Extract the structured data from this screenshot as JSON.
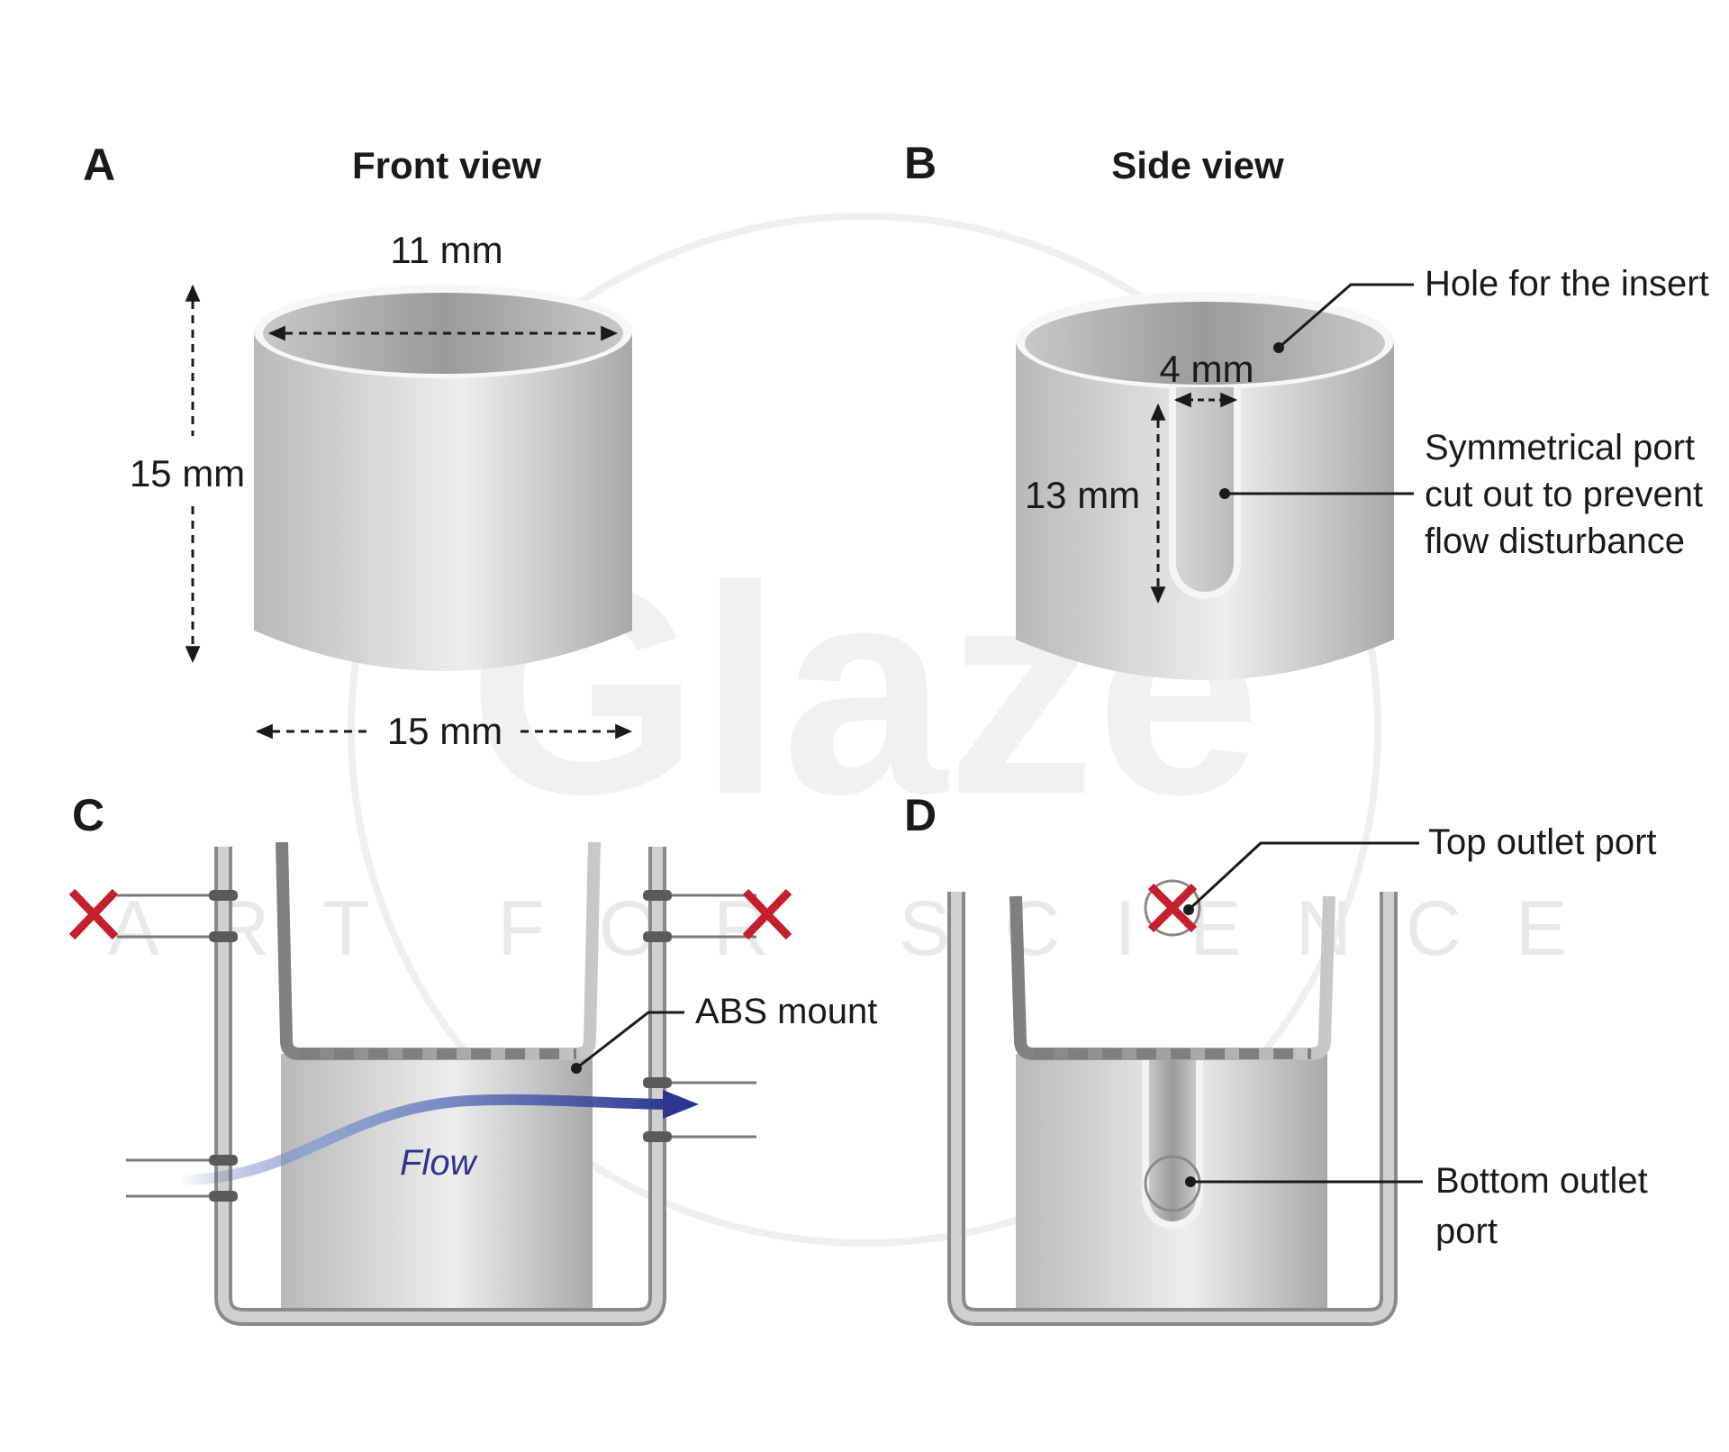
{
  "panels": {
    "A": {
      "letter": "A",
      "title": "Front view"
    },
    "B": {
      "letter": "B",
      "title": "Side view"
    },
    "C": {
      "letter": "C"
    },
    "D": {
      "letter": "D"
    }
  },
  "front_view": {
    "diameter_label": "11 mm",
    "height_label": "15 mm",
    "width_label": "15 mm"
  },
  "side_view": {
    "slot_width_label": "4 mm",
    "slot_height_label": "13 mm",
    "hole_callout": "Hole for the insert",
    "port_callout_lines": [
      "Symmetrical port",
      "cut out to prevent",
      "flow disturbance"
    ]
  },
  "panel_c": {
    "mount_callout": "ABS mount",
    "flow_label": "Flow"
  },
  "panel_d": {
    "top_outlet_callout": "Top outlet port",
    "bottom_outlet_callout_lines": [
      "Bottom outlet",
      "port"
    ]
  },
  "watermark": {
    "logo_text": "Glaze",
    "tagline": "ART FOR SCIENCE"
  },
  "colors": {
    "cylinder_light": "#ededed",
    "cylinder_dark": "#a9a9a9",
    "tube": "#c7c7c7",
    "tube_outline": "#8a8a8a",
    "blocked_x": "#c51f2f",
    "flow_arrow": "#2d3590"
  }
}
